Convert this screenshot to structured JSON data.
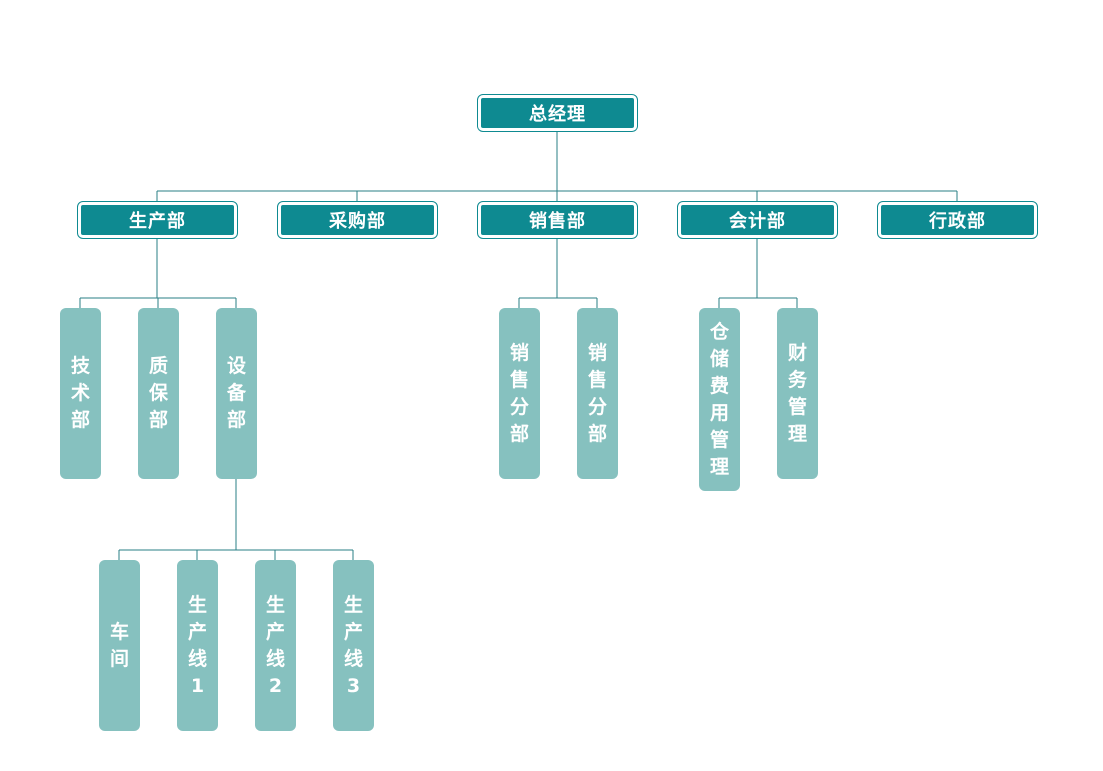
{
  "colors": {
    "primary": "#0e8a91",
    "secondary": "#86c1bf",
    "line": "#2a7f86"
  },
  "nodes": {
    "ceo": "总经理",
    "production": "生产部",
    "purchasing": "采购部",
    "sales": "销售部",
    "accounting": "会计部",
    "admin": "行政部",
    "tech": "技术部",
    "qa": "质保部",
    "equipment": "设备部",
    "sales_branch_1": "销售分部",
    "sales_branch_2": "销售分部",
    "storage_cost": "仓储费用管理",
    "finance": "财务管理",
    "workshop": "车间",
    "line_1": "生产线1",
    "line_2": "生产线2",
    "line_3": "生产线3"
  }
}
